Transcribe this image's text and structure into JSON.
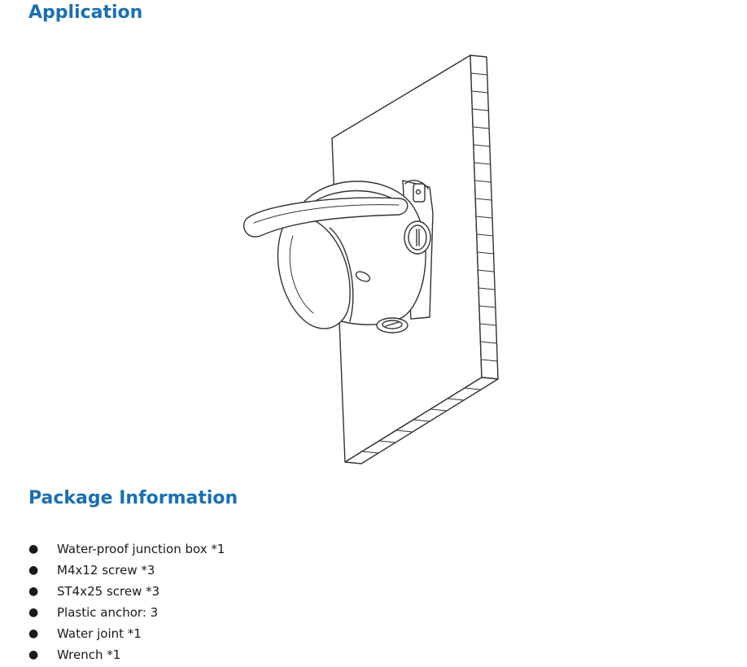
{
  "sections": {
    "application_title": "Application",
    "package_title": "Package Information"
  },
  "package_items": [
    "Water-proof junction box *1",
    "M4x12 screw *3",
    "ST4x25 screw *3",
    "Plastic anchor: 3",
    "Water joint *1",
    "Wrench *1"
  ],
  "colors": {
    "heading": "#1a6fb0",
    "text": "#1a1a1a",
    "line_art": "#333333"
  },
  "icons": {
    "bullet": "bullet-icon",
    "illustration": "dome-camera-wall-mount-illustration"
  }
}
